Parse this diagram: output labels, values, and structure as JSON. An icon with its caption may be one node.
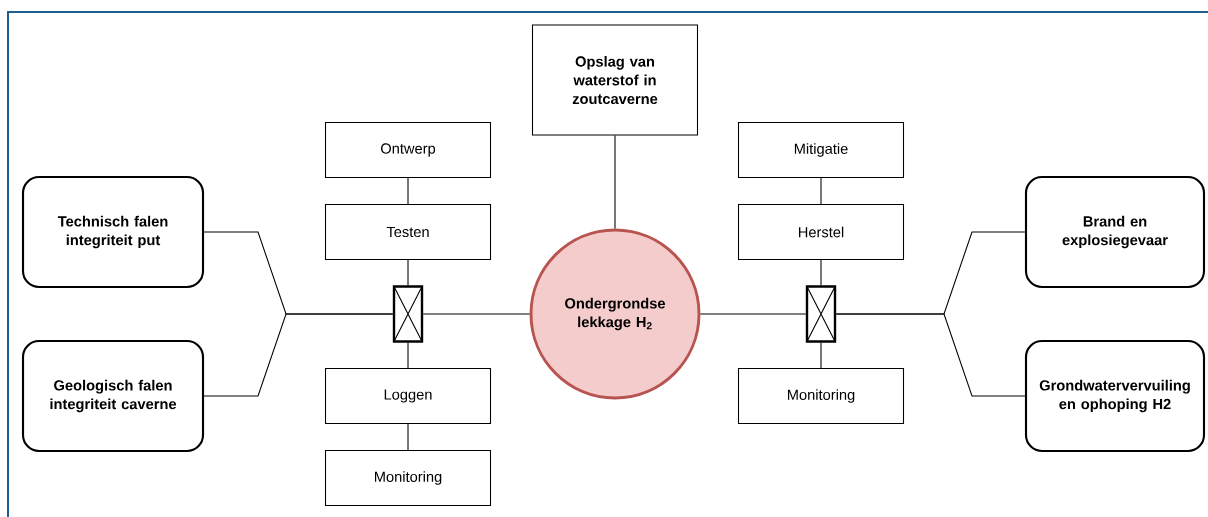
{
  "diagram": {
    "nodes": [
      {
        "text": [
          "Technisch falen integriteit put"
        ]
      },
      {
        "text": [
          "Geologisch falen integriteit caverne"
        ]
      },
      {
        "text": [
          "Ontwerp"
        ]
      },
      {
        "text": [
          "Testen"
        ]
      },
      {
        "text": [],
        "shape": "box"
      },
      {
        "text": [
          "Loggen"
        ]
      },
      {
        "text": [
          "Monitoring"
        ]
      },
      {
        "text": [
          "Opslag van waterstof in zoutcaverne"
        ]
      },
      {
        "text": [
          "Ondergrondse lekkage H$_{2}$"
        ]
      },
      {
        "text": [
          "Mitigatie"
        ]
      },
      {
        "text": [
          "Herstel"
        ]
      },
      {
        "text": [],
        "shape": "box"
      },
      {
        "text": [
          "Monitoring"
        ]
      },
      {
        "text": [
          "Brand en explosiegevaar"
        ]
      },
      {
        "text": [
          "Grondwatervervuiling en ophoping H2"
        ]
      }
    ],
    "edges": [
      {
        "from": 0,
        "to": 4,
        "arrow": "none"
      },
      {
        "from": 1,
        "to": 4,
        "arrow": "none"
      },
      {
        "from": 2,
        "to": 3,
        "arrow": "none"
      },
      {
        "from": 3,
        "to": 4,
        "arrow": "none"
      },
      {
        "from": 4,
        "to": 5,
        "arrow": "none"
      },
      {
        "from": 5,
        "to": 6,
        "arrow": "none"
      },
      {
        "from": 4,
        "to": 8,
        "arrow": "none"
      },
      {
        "from": 7,
        "to": 8,
        "arrow": "none"
      },
      {
        "from": 9,
        "to": 10,
        "arrow": "none"
      },
      {
        "from": 10,
        "to": 11,
        "arrow": "none"
      },
      {
        "from": 8,
        "to": 11,
        "arrow": "none"
      },
      {
        "from": 11,
        "to": 12,
        "arrow": "none"
      },
      {
        "from": 11,
        "to": 13,
        "arrow": "none"
      },
      {
        "from": 11,
        "to": 14,
        "arrow": "none"
      }
    ]
  }
}
